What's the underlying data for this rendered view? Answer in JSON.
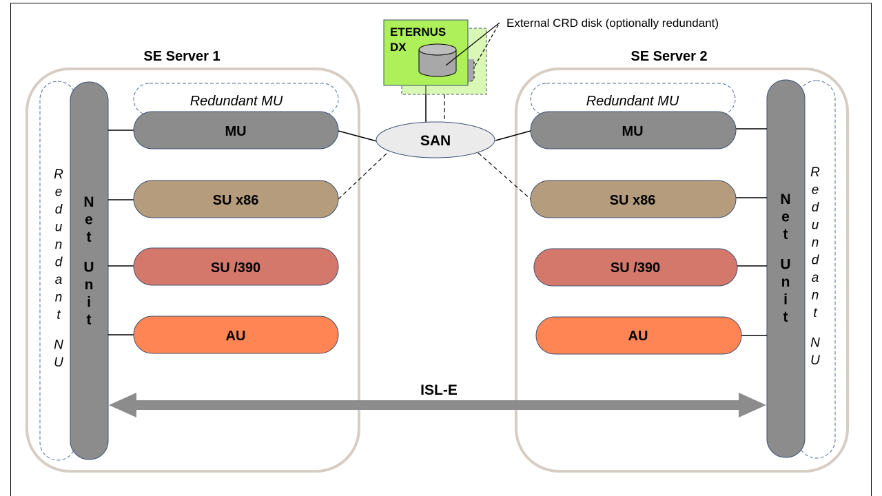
{
  "title": "",
  "servers": [
    {
      "label": "SE Server 1"
    },
    {
      "label": "SE Server 2"
    }
  ],
  "redundant_mu_label": "Redundant MU",
  "redundant_nu_label": "Redundant NU",
  "net_unit_label": "Net Unit",
  "units": [
    {
      "label": "MU",
      "color": "#8C8C8C"
    },
    {
      "label": "SU x86",
      "color": "#B49C7C"
    },
    {
      "label": "SU /390",
      "color": "#D4786C"
    },
    {
      "label": "AU",
      "color": "#FF8554"
    }
  ],
  "san_label": "SAN",
  "storage": {
    "line1": "ETERNUS",
    "line2": "DX",
    "fill": "#ADF05A",
    "annotation": "External CRD disk (optionally redundant)"
  },
  "isl_label": "ISL-E",
  "colors": {
    "server_border": "#D6CDC4",
    "net_unit": "#8C8C8C",
    "dashed_outline": "#4F6B96",
    "arrow": "#8C8C8C",
    "san_fill": "#EBEBEB"
  }
}
